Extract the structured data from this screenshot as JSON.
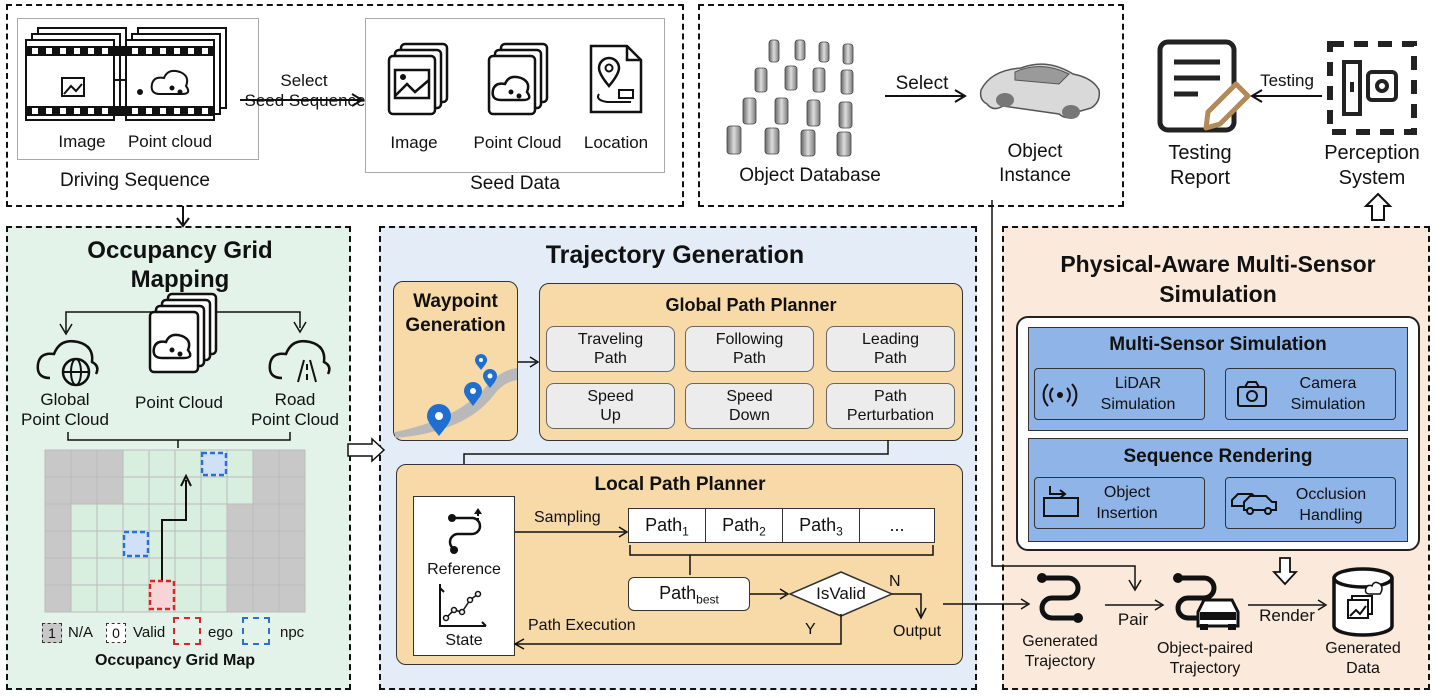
{
  "seed_panel": {
    "driving_sequence": "Driving Sequence",
    "image": "Image",
    "point_cloud": "Point cloud",
    "select_line1": "Select",
    "select_line2": "Seed Sequence",
    "seed_data": "Seed Data",
    "seed_image": "Image",
    "seed_point_cloud": "Point Cloud",
    "seed_location": "Location"
  },
  "object_panel": {
    "database": "Object Database",
    "select": "Select",
    "instance_line1": "Object",
    "instance_line2": "Instance"
  },
  "testing_panel": {
    "testing": "Testing",
    "report_line1": "Testing",
    "report_line2": "Report",
    "system_line1": "Perception",
    "system_line2": "System"
  },
  "occupancy": {
    "title_line1": "Occupancy Grid",
    "title_line2": "Mapping",
    "global_line1": "Global",
    "global_line2": "Point Cloud",
    "point_cloud": "Point Cloud",
    "road_line1": "Road",
    "road_line2": "Point Cloud",
    "legend_1": "1",
    "legend_na": "N/A",
    "legend_0": "0",
    "legend_valid": "Valid",
    "legend_ego": "ego",
    "legend_npc": "npc",
    "map_label": "Occupancy Grid Map"
  },
  "trajectory": {
    "title": "Trajectory Generation",
    "waypoint_line1": "Waypoint",
    "waypoint_line2": "Generation",
    "global_planner": "Global Path Planner",
    "traveling": [
      "Traveling",
      "Path"
    ],
    "following": [
      "Following",
      "Path"
    ],
    "leading": [
      "Leading",
      "Path"
    ],
    "speed_up": [
      "Speed",
      "Up"
    ],
    "speed_down": [
      "Speed",
      "Down"
    ],
    "perturbation": [
      "Path",
      "Perturbation"
    ],
    "local_planner": "Local Path Planner",
    "reference": "Reference",
    "state": "State",
    "sampling": "Sampling",
    "path": "Path",
    "sub1": "1",
    "sub2": "2",
    "sub3": "3",
    "ellipsis": "...",
    "path_best": "Path",
    "best": "best",
    "isvalid": "IsValid",
    "n": "N",
    "y": "Y",
    "path_execution": "Path Execution",
    "output": "Output"
  },
  "simulation": {
    "title_line1": "Physical-Aware Multi-Sensor",
    "title_line2": "Simulation",
    "multi_sensor": "Multi-Sensor Simulation",
    "lidar": [
      "LiDAR",
      "Simulation"
    ],
    "camera": [
      "Camera",
      "Simulation"
    ],
    "sequence_rendering": "Sequence Rendering",
    "insertion": [
      "Object",
      "Insertion"
    ],
    "occlusion": [
      "Occlusion",
      "Handling"
    ],
    "generated_traj": [
      "Generated",
      "Trajectory"
    ],
    "pair": "Pair",
    "object_paired": [
      "Object-paired",
      "Trajectory"
    ],
    "render": "Render",
    "generated_data": [
      "Generated",
      "Data"
    ]
  },
  "colors": {
    "green_panel": "#e3f3ea",
    "blue_panel": "#e4ecf8",
    "orange_panel": "#fbeadb",
    "tan_box": "#f8d9a8",
    "blue_box": "#8fb4e8",
    "pin_blue": "#1f6fd1",
    "ego_red": "#d9262a",
    "npc_blue": "#2a6fd6"
  }
}
